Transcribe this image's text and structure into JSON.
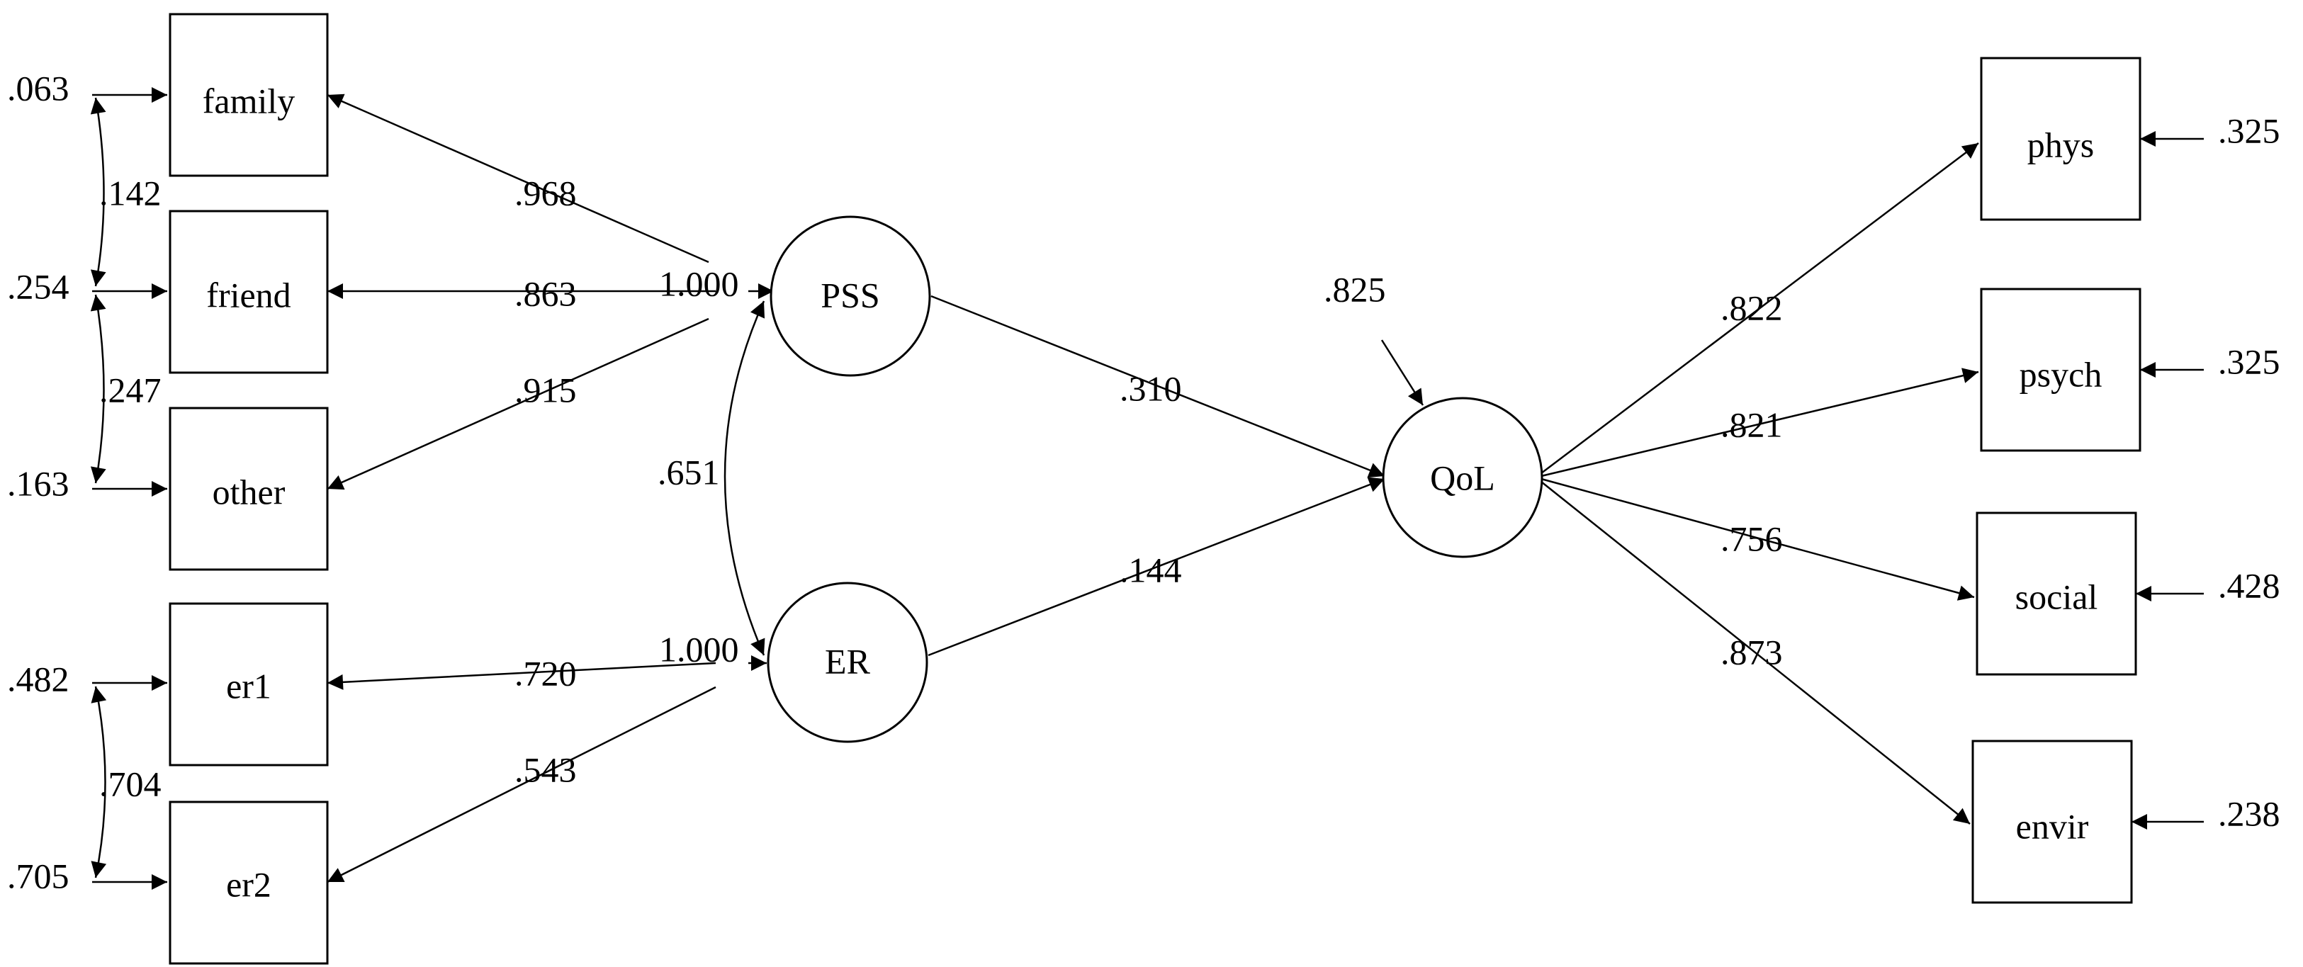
{
  "colors": {
    "stroke": "#000000",
    "background": "#ffffff"
  },
  "nodes": {
    "family": "family",
    "friend": "friend",
    "other": "other",
    "er1": "er1",
    "er2": "er2",
    "pss": "PSS",
    "er": "ER",
    "qol": "QoL",
    "phys": "phys",
    "psych": "psych",
    "social": "social",
    "envir": "envir"
  },
  "errors": {
    "family": ".063",
    "friend": ".254",
    "other": ".163",
    "er1": ".482",
    "er2": ".705",
    "qol": ".825",
    "phys": ".325",
    "psych": ".325",
    "social": ".428",
    "envir": ".238"
  },
  "error_correlations": {
    "family_friend": ".142",
    "friend_other": ".247",
    "er1_er2": ".704"
  },
  "loadings": {
    "pss_family": ".968",
    "pss_friend": ".863",
    "pss_other": ".915",
    "pss_variance": "1.000",
    "er_er1": ".720",
    "er_er2": ".543",
    "er_variance": "1.000",
    "qol_phys": ".822",
    "qol_psych": ".821",
    "qol_social": ".756",
    "qol_envir": ".873"
  },
  "latent_correlation": {
    "pss_er": ".651"
  },
  "paths": {
    "pss_qol": ".310",
    "er_qol": ".144"
  }
}
